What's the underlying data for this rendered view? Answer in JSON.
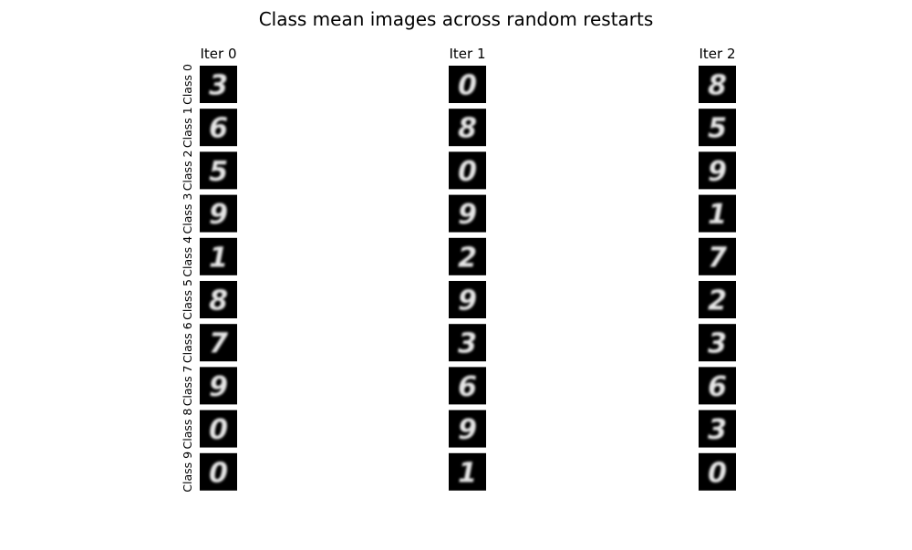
{
  "chart_data": {
    "type": "image-grid",
    "title": "Class mean images across random restarts",
    "columns": [
      "Iter 0",
      "Iter 1",
      "Iter 2"
    ],
    "rows": [
      "Class 0",
      "Class 1",
      "Class 2",
      "Class 3",
      "Class 4",
      "Class 5",
      "Class 6",
      "Class 7",
      "Class 8",
      "Class 9"
    ],
    "cells": [
      [
        "3",
        "0",
        "8"
      ],
      [
        "6",
        "8",
        "5"
      ],
      [
        "5",
        "0",
        "9"
      ],
      [
        "9",
        "9",
        "1"
      ],
      [
        "1",
        "2",
        "7"
      ],
      [
        "8",
        "9",
        "2"
      ],
      [
        "7",
        "3",
        "3"
      ],
      [
        "9",
        "6",
        "6"
      ],
      [
        "0",
        "9",
        "3"
      ],
      [
        "0",
        "1",
        "0"
      ]
    ],
    "colormap": "gray",
    "background_color": "#000000",
    "foreground_color": "#e6e6e6"
  }
}
